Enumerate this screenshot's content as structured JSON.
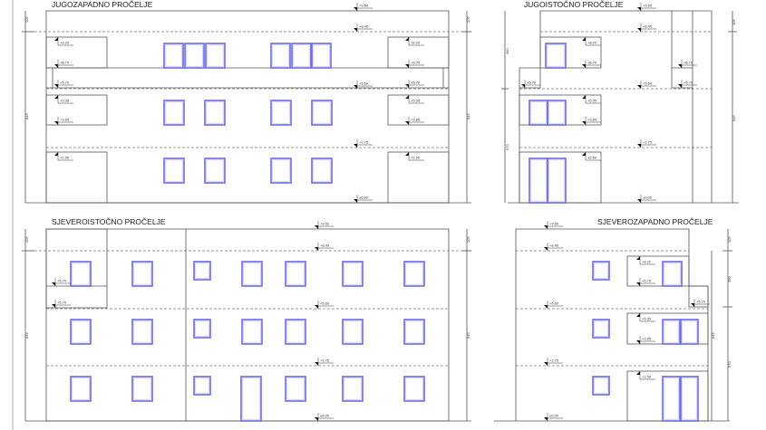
{
  "elevations": {
    "southwest": {
      "title": "JUGOZAPADNO PROČELJE"
    },
    "southeast": {
      "title": "JUGOISTOČNO PROČELJE"
    },
    "northeast": {
      "title": "SJEVEROISTOČNO PROČELJE"
    },
    "northwest": {
      "title": "SJEVEROZAPADNO PROČELJE"
    }
  },
  "levels": {
    "top": "+9.50",
    "roof": "+8.45",
    "balcony_top_upper": "+8.20",
    "balcony_bottom_upper": "+6.70",
    "terrace": "+5.70",
    "floor2": "+5.60",
    "balcony_top_mid": "+5.35",
    "balcony_bottom_mid": "+3.85",
    "floor1": "+2.75",
    "balcony_top_low": "+2.50",
    "ground": "±0.00"
  },
  "dimensions": {
    "parapet": "105",
    "total": "845",
    "upper": "380",
    "lower": "570"
  },
  "colors": {
    "window": "#6a6ae6",
    "line": "#555555"
  }
}
